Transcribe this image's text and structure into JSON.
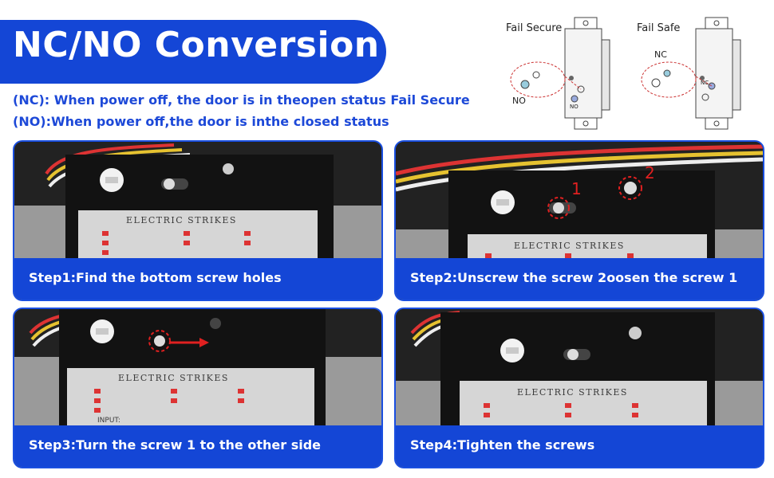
{
  "header": {
    "title": "NC/NO Conversion"
  },
  "descriptions": {
    "nc": "(NC): When power off, the door is in theopen status Fail Secure",
    "no": "(NO):When power off,the door is inthe closed status"
  },
  "diagrams": {
    "fail_secure": {
      "title": "Fail Secure",
      "label_primary": "NO",
      "label_small": "NO"
    },
    "fail_safe": {
      "title": "Fail Safe",
      "label_primary": "NC",
      "label_small": "NC"
    }
  },
  "steps": [
    {
      "caption": "Step1:Find the bottom screw holes",
      "plate_label": "ELECTRIC STRIKES"
    },
    {
      "caption": "Step2:Unscrew the screw 2oosen the screw 1",
      "plate_label": "ELECTRIC STRIKES",
      "marker_1": "1",
      "marker_2": "2"
    },
    {
      "caption": "Step3:Turn the screw 1 to the other side",
      "plate_label": "ELECTRIC STRIKES",
      "input_label": "INPUT:"
    },
    {
      "caption": "Step4:Tighten the screws",
      "plate_label": "ELECTRIC STRIKES"
    }
  ],
  "colors": {
    "brand_blue": "#1446d6",
    "text_blue": "#1d49d8",
    "marker_red": "#e02020"
  }
}
